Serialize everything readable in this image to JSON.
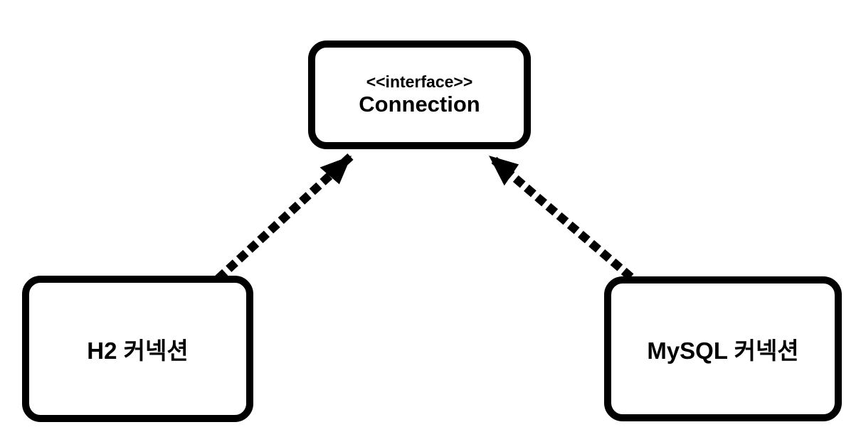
{
  "diagram": {
    "type": "uml-class-diagram",
    "background_color": "#ffffff",
    "stroke_color": "#000000",
    "nodes": [
      {
        "id": "connection",
        "stereotype": "<<interface>>",
        "label": "Connection",
        "shape": "rounded-rectangle"
      },
      {
        "id": "h2-connection",
        "label": "H2 커넥션",
        "shape": "rounded-rectangle"
      },
      {
        "id": "mysql-connection",
        "label": "MySQL 커넥션",
        "shape": "rounded-rectangle"
      }
    ],
    "edges": [
      {
        "from": "h2-connection",
        "to": "connection",
        "line_style": "dotted",
        "arrowhead": "filled-triangle",
        "relationship": "realization"
      },
      {
        "from": "mysql-connection",
        "to": "connection",
        "line_style": "dotted",
        "arrowhead": "filled-triangle",
        "relationship": "realization"
      }
    ]
  }
}
